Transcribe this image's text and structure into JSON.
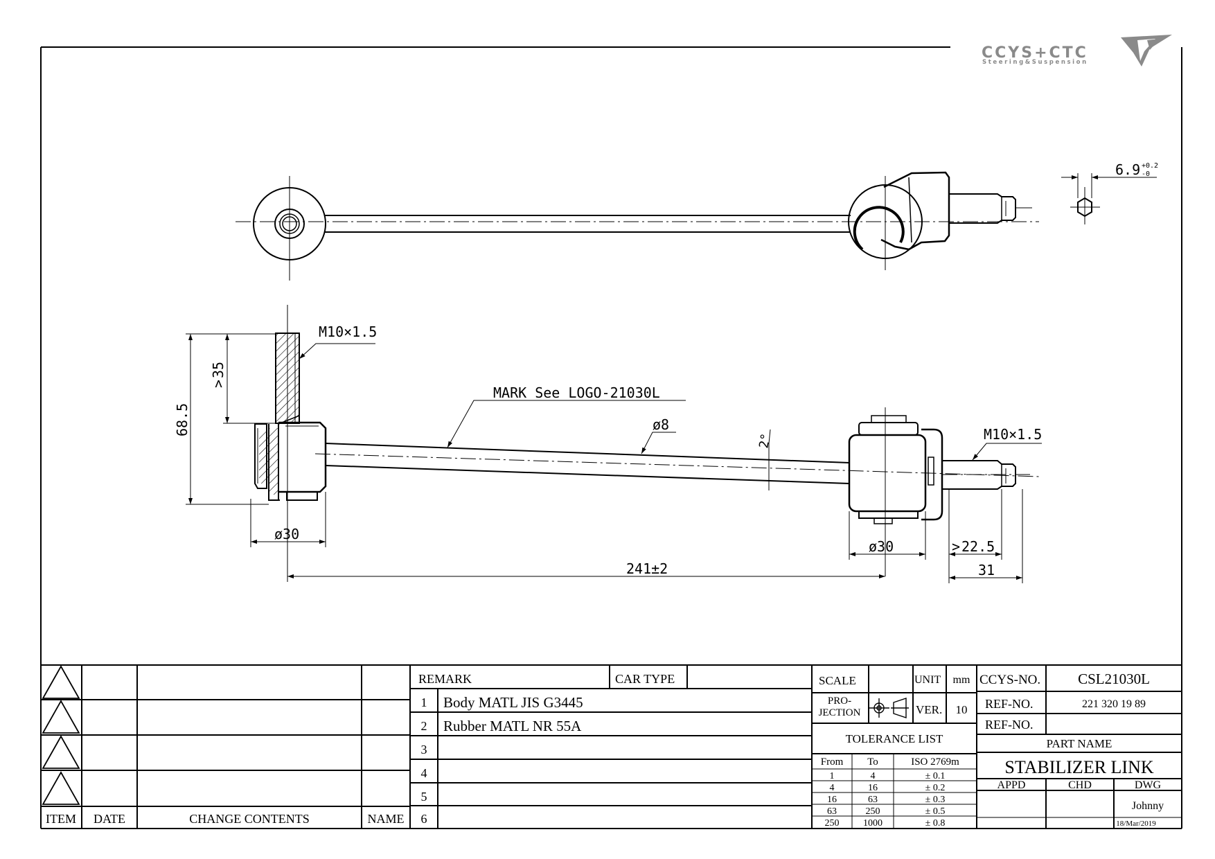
{
  "logo": {
    "brand": "CCYS+CTC",
    "tagline": "Steering&Suspension"
  },
  "dimensions": {
    "hex_width": "6.9",
    "hex_tol_upper": "+0.2",
    "hex_tol_lower": "-0",
    "thread_top": "M10×1.5",
    "thread_right": "M10×1.5",
    "stud_length": "35",
    "total_height": "68.5",
    "mark_note": "MARK See LOGO-21030L",
    "rod_dia": "ø8",
    "angle": "2°",
    "ball_dia_left": "ø30",
    "ball_dia_right": "ø30",
    "stud_right_len": "22.5",
    "stud_right_total": "31",
    "center_distance": "241±2"
  },
  "revision_table": {
    "headers": {
      "item": "ITEM",
      "date": "DATE",
      "change": "CHANGE CONTENTS",
      "name": "NAME"
    }
  },
  "remarks": {
    "header": "REMARK",
    "car_type_label": "CAR TYPE",
    "car_type_value": "",
    "rows": [
      {
        "num": "1",
        "text": "Body MATL JIS G3445"
      },
      {
        "num": "2",
        "text": "Rubber MATL NR 55A"
      },
      {
        "num": "3",
        "text": ""
      },
      {
        "num": "4",
        "text": ""
      },
      {
        "num": "5",
        "text": ""
      },
      {
        "num": "6",
        "text": ""
      }
    ]
  },
  "title_block": {
    "scale_label": "SCALE",
    "scale_value": "",
    "unit_label": "UNIT",
    "unit_value": "mm",
    "projection_label_1": "PRO-",
    "projection_label_2": "JECTION",
    "ver_label": "VER.",
    "ver_value": "10",
    "tolerance_title": "TOLERANCE LIST",
    "tolerance_headers": [
      "From",
      "To",
      "ISO 2769m"
    ],
    "tolerance_rows": [
      [
        "1",
        "4",
        "± 0.1"
      ],
      [
        "4",
        "16",
        "± 0.2"
      ],
      [
        "16",
        "63",
        "± 0.3"
      ],
      [
        "63",
        "250",
        "± 0.5"
      ],
      [
        "250",
        "1000",
        "± 0.8"
      ]
    ],
    "ccys_no_label": "CCYS-NO.",
    "ccys_no_value": "CSL21030L",
    "ref_no_label": "REF-NO.",
    "ref_no_value": "221 320 19 89",
    "ref_no2_label": "REF-NO.",
    "ref_no2_value": "",
    "part_name_label": "PART NAME",
    "part_name_value": "STABILIZER LINK",
    "appd_label": "APPD",
    "chd_label": "CHD",
    "dwg_label": "DWG",
    "appd_value": "",
    "chd_value": "",
    "dwg_value": "Johnny",
    "date_value": "18/Mar/2019"
  }
}
